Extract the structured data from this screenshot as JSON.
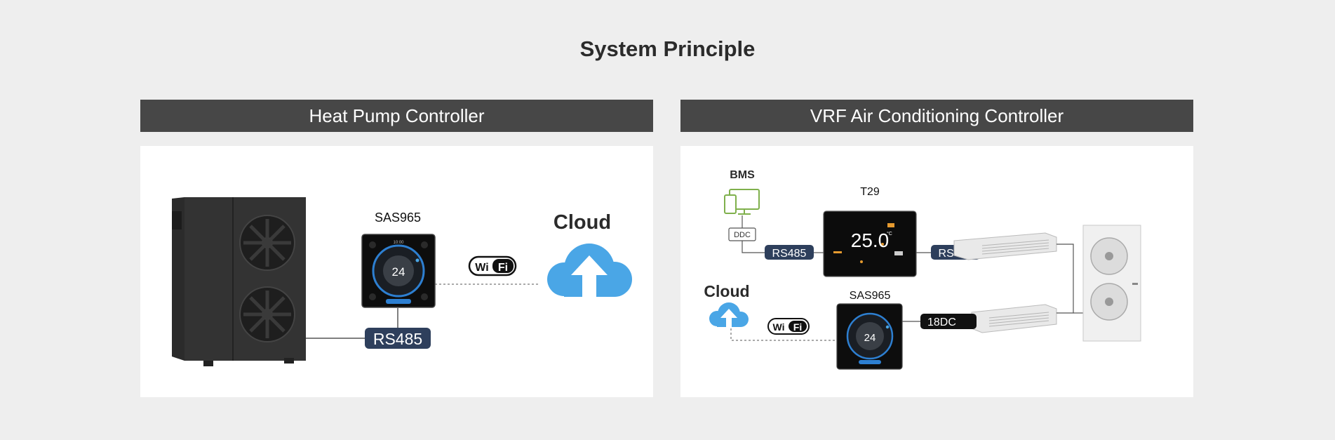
{
  "page": {
    "title": "System Principle"
  },
  "left_panel": {
    "title": "Heat Pump Controller",
    "device_label": "SAS965",
    "device_temp": "24",
    "device_time": "10:00",
    "bus_label": "RS485",
    "wifi_label_wi": "Wi",
    "wifi_label_fi": "Fi",
    "cloud_label": "Cloud"
  },
  "right_panel": {
    "title": "VRF Air Conditioning Controller",
    "bms_label": "BMS",
    "ddc_label": "DDC",
    "t29_label": "T29",
    "t29_reading": "25.0",
    "t29_unit": "°C",
    "bus_left_label": "RS485",
    "bus_right_label": "RS485",
    "cloud_label": "Cloud",
    "wifi_label_wi": "Wi",
    "wifi_label_fi": "Fi",
    "sas_label": "SAS965",
    "sas_temp": "24",
    "dc_label": "18DC"
  },
  "colors": {
    "header_bg": "#474747",
    "cloud_blue": "#4aa6e6",
    "bus_label_bg": "#2e3f5c",
    "bms_green": "#7fb04c"
  }
}
